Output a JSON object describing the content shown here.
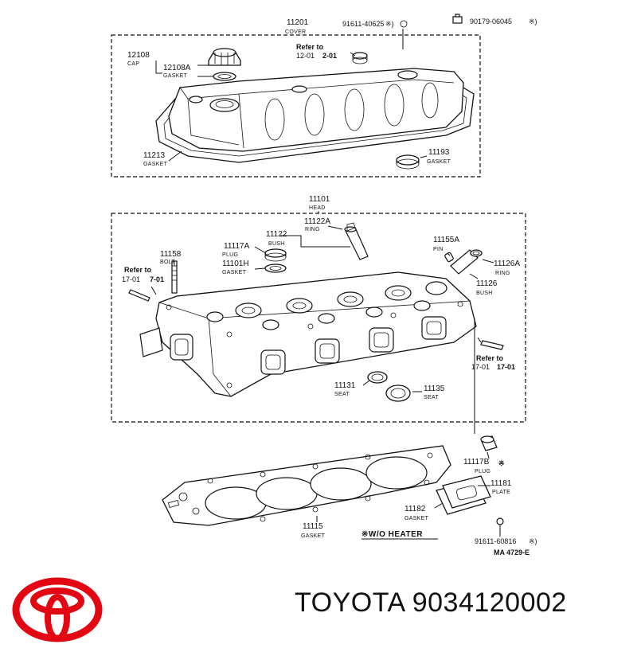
{
  "footer": {
    "brand_text": "TOYOTA 9034120002"
  },
  "diagram": {
    "code": "MA 4729-E",
    "heater_note": "※W/O HEATER",
    "labels": {
      "cover_no": "11201",
      "cover_name": "COVER",
      "bolt_top_no": "91611-40625",
      "bolt_top_mark": "※)",
      "nut_top_no": "90179-06045",
      "nut_top_mark": "※)",
      "cap_no": "12108",
      "cap_name": "CAP",
      "cap_gasket_no": "12108A",
      "cap_gasket_name": "GASKET",
      "refer_top_a": "Refer to",
      "refer_top_b": "12-01",
      "refer_top_c": "2-01",
      "cover_gasket_no": "11213",
      "cover_gasket_name": "GASKET",
      "plug_gasket_no": "11193",
      "plug_gasket_name": "GASKET",
      "head_no": "11101",
      "head_name": "HEAD",
      "ring_no": "11122A",
      "ring_name": "RING",
      "bush_no": "11122",
      "bush_name": "BUSH",
      "plug_no": "11117A",
      "plug_name": "PLUG",
      "gasket_h_no": "11101H",
      "gasket_h_name": "GASKET",
      "bolt_no": "11158",
      "bolt_name": "BOLT",
      "refer_left_a": "Refer to",
      "refer_left_b": "17-01",
      "refer_left_c": "7-01",
      "pin_no": "11155A",
      "pin_name": "PIN",
      "ring2_no": "11126A",
      "ring2_name": "RING",
      "bush2_no": "11126",
      "bush2_name": "BUSH",
      "refer_right_a": "Refer to",
      "refer_right_b": "17-01",
      "refer_right_c": "17-01",
      "seat1_no": "11131",
      "seat1_name": "SEAT",
      "seat2_no": "11135",
      "seat2_name": "SEAT",
      "plug_b_no": "11117B",
      "plug_b_mark": "※",
      "plug_b_name": "PLUG",
      "plate_no": "11181",
      "plate_name": "PLATE",
      "plate_gasket_no": "11182",
      "plate_gasket_name": "GASKET",
      "head_gasket_no": "11115",
      "head_gasket_name": "GASKET",
      "bolt_bottom_no": "91611-60816",
      "bolt_bottom_mark": "※)"
    }
  }
}
